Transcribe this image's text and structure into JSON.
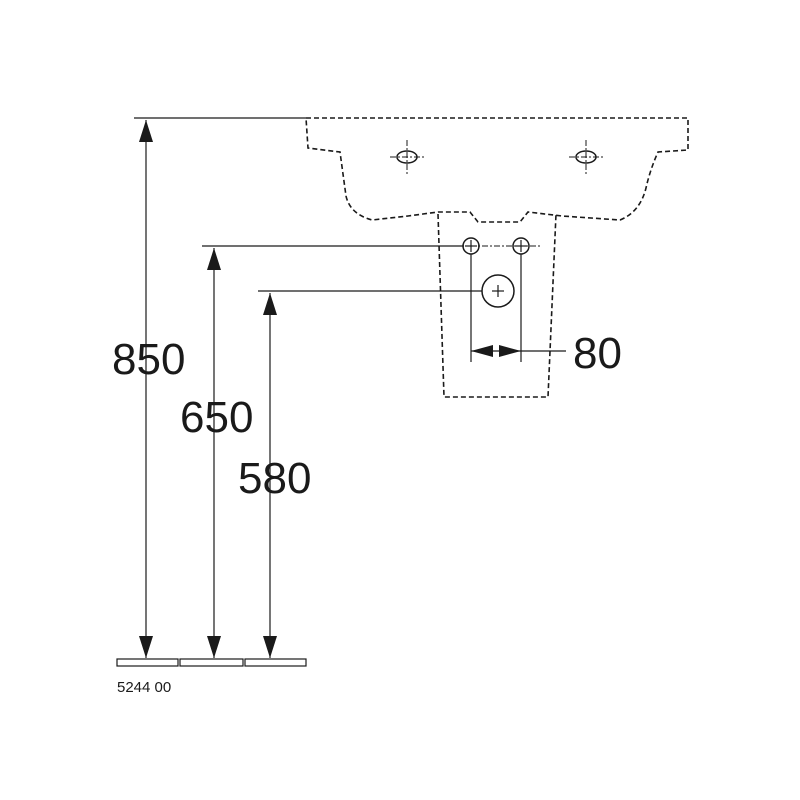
{
  "dimensions": {
    "total_height": "850",
    "supply_height": "650",
    "waste_height": "580",
    "supply_spacing": "80"
  },
  "article_number": "5244 00",
  "colors": {
    "line": "#1a1a1a",
    "background": "#ffffff"
  }
}
